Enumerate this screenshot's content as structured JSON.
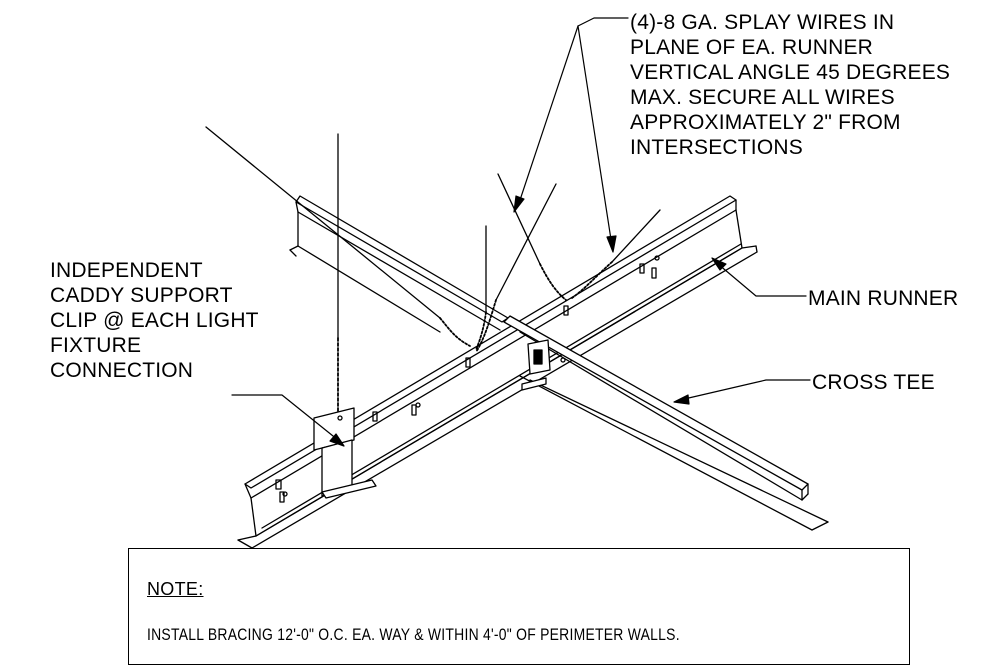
{
  "diagram": {
    "splay_wires_label": [
      "(4)-8 GA. SPLAY WIRES IN",
      "PLANE OF EA. RUNNER",
      "VERTICAL ANGLE 45 DEGREES",
      "MAX. SECURE ALL WIRES",
      "APPROXIMATELY 2\" FROM",
      "INTERSECTIONS"
    ],
    "caddy_label": [
      "INDEPENDENT",
      "CADDY SUPPORT",
      "CLIP @ EACH LIGHT",
      "FIXTURE",
      "CONNECTION"
    ],
    "main_runner_label": "MAIN RUNNER",
    "cross_tee_label": "CROSS TEE"
  },
  "note": {
    "title": "NOTE:",
    "text": "INSTALL BRACING 12'-0\" O.C. EA. WAY & WITHIN 4'-0\" OF PERIMETER WALLS."
  }
}
